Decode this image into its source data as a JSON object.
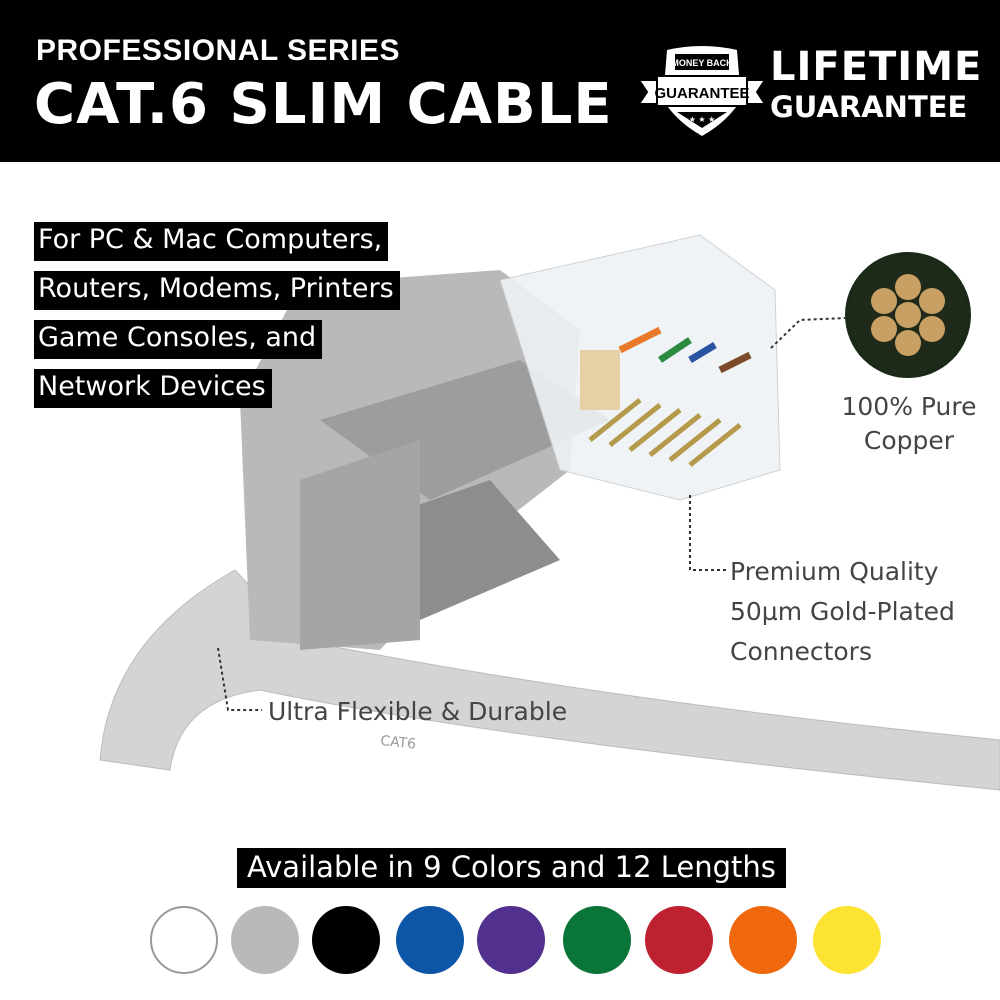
{
  "header": {
    "subtitle": "PROFESSIONAL SERIES",
    "title": "CAT.6 SLIM CABLE",
    "badge_top": "MONEY BACK",
    "badge_main": "GUARANTEE",
    "lifetime": "LIFETIME",
    "guarantee": "GUARANTEE"
  },
  "uses": [
    "For PC & Mac Computers,",
    "Routers, Modems, Printers",
    "Game Consoles, and",
    "Network Devices"
  ],
  "features": {
    "copper": [
      "100% Pure",
      "Copper"
    ],
    "connectors": [
      "Premium Quality",
      "50µm Gold-Plated",
      "Connectors"
    ],
    "flexible": "Ultra Flexible & Durable"
  },
  "availability": "Available in 9 Colors and 12 Lengths",
  "colors": [
    "#ffffff",
    "#b9b9bb",
    "#000000",
    "#0d55a6",
    "#52318e",
    "#0a7539",
    "#be2230",
    "#ef680e",
    "#fde332"
  ]
}
